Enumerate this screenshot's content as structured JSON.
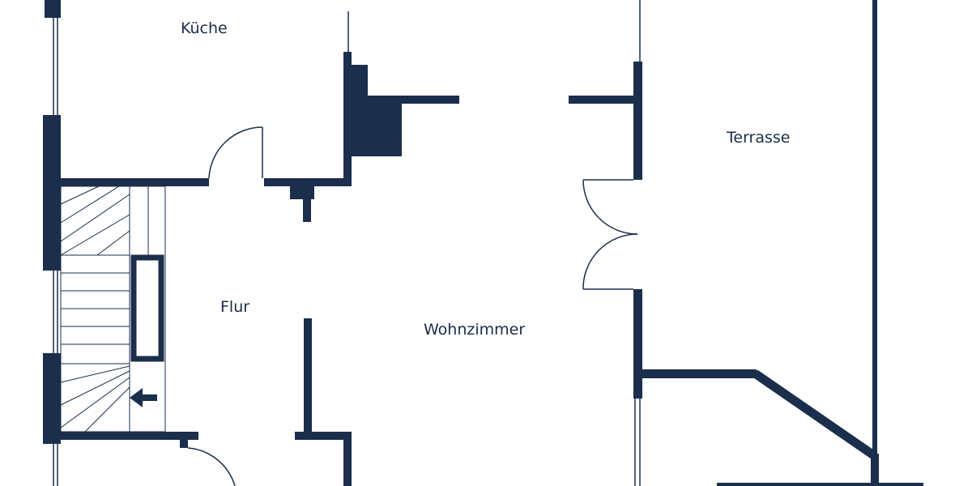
{
  "floorplan": {
    "wall_color": "#1b2e4b",
    "background": "#ffffff",
    "rooms": {
      "kueche": "Küche",
      "terrasse": "Terrasse",
      "flur": "Flur",
      "wohnzimmer": "Wohnzimmer"
    },
    "icons": {
      "stair_direction": "arrow-left-icon"
    }
  }
}
